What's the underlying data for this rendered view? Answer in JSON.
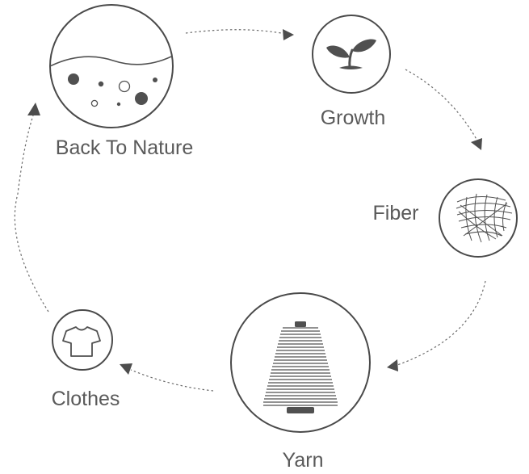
{
  "diagram": {
    "nodes": {
      "back_to_nature": {
        "label": "Back To Nature",
        "icon": "soil-icon"
      },
      "growth": {
        "label": "Growth",
        "icon": "sprout-icon"
      },
      "fiber": {
        "label": "Fiber",
        "icon": "fiber-mesh-icon"
      },
      "yarn": {
        "label": "Yarn",
        "icon": "yarn-spool-icon"
      },
      "clothes": {
        "label": "Clothes",
        "icon": "tshirt-icon"
      }
    },
    "flow": [
      "Back To Nature",
      "Growth",
      "Fiber",
      "Yarn",
      "Clothes",
      "Back To Nature"
    ],
    "colors": {
      "stroke": "#4a4a4a",
      "text": "#5a5a5a",
      "icon": "#505050"
    }
  }
}
